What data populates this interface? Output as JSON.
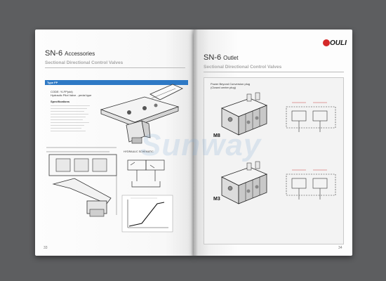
{
  "left_page": {
    "title_model": "SN-6",
    "title_word": "Accessories",
    "subtitle": "Sectional Directional Control Valves",
    "tag": "Type FP",
    "code_line": "CODE: YLFP(old)",
    "code_desc": "Hydraulic Pilot Valve - pedal type",
    "spec_heading": "Specifications",
    "schematic_label": "HYDRAULIC SCHEMATIC",
    "page_number": "33"
  },
  "right_page": {
    "brand": "OULI",
    "title_model": "SN-6",
    "title_word": "Outlet",
    "subtitle": "Sectional Directional Control Valves",
    "note_line1": "Power Beyond Conversion plug",
    "note_line2": "(Closed center plug)",
    "label_top": "M8",
    "label_bottom": "M3",
    "page_number": "34"
  },
  "watermark": "Sunway",
  "colors": {
    "background": "#5d5e60",
    "accent_blue": "#2e79c5",
    "logo_red": "#d42a2a"
  }
}
